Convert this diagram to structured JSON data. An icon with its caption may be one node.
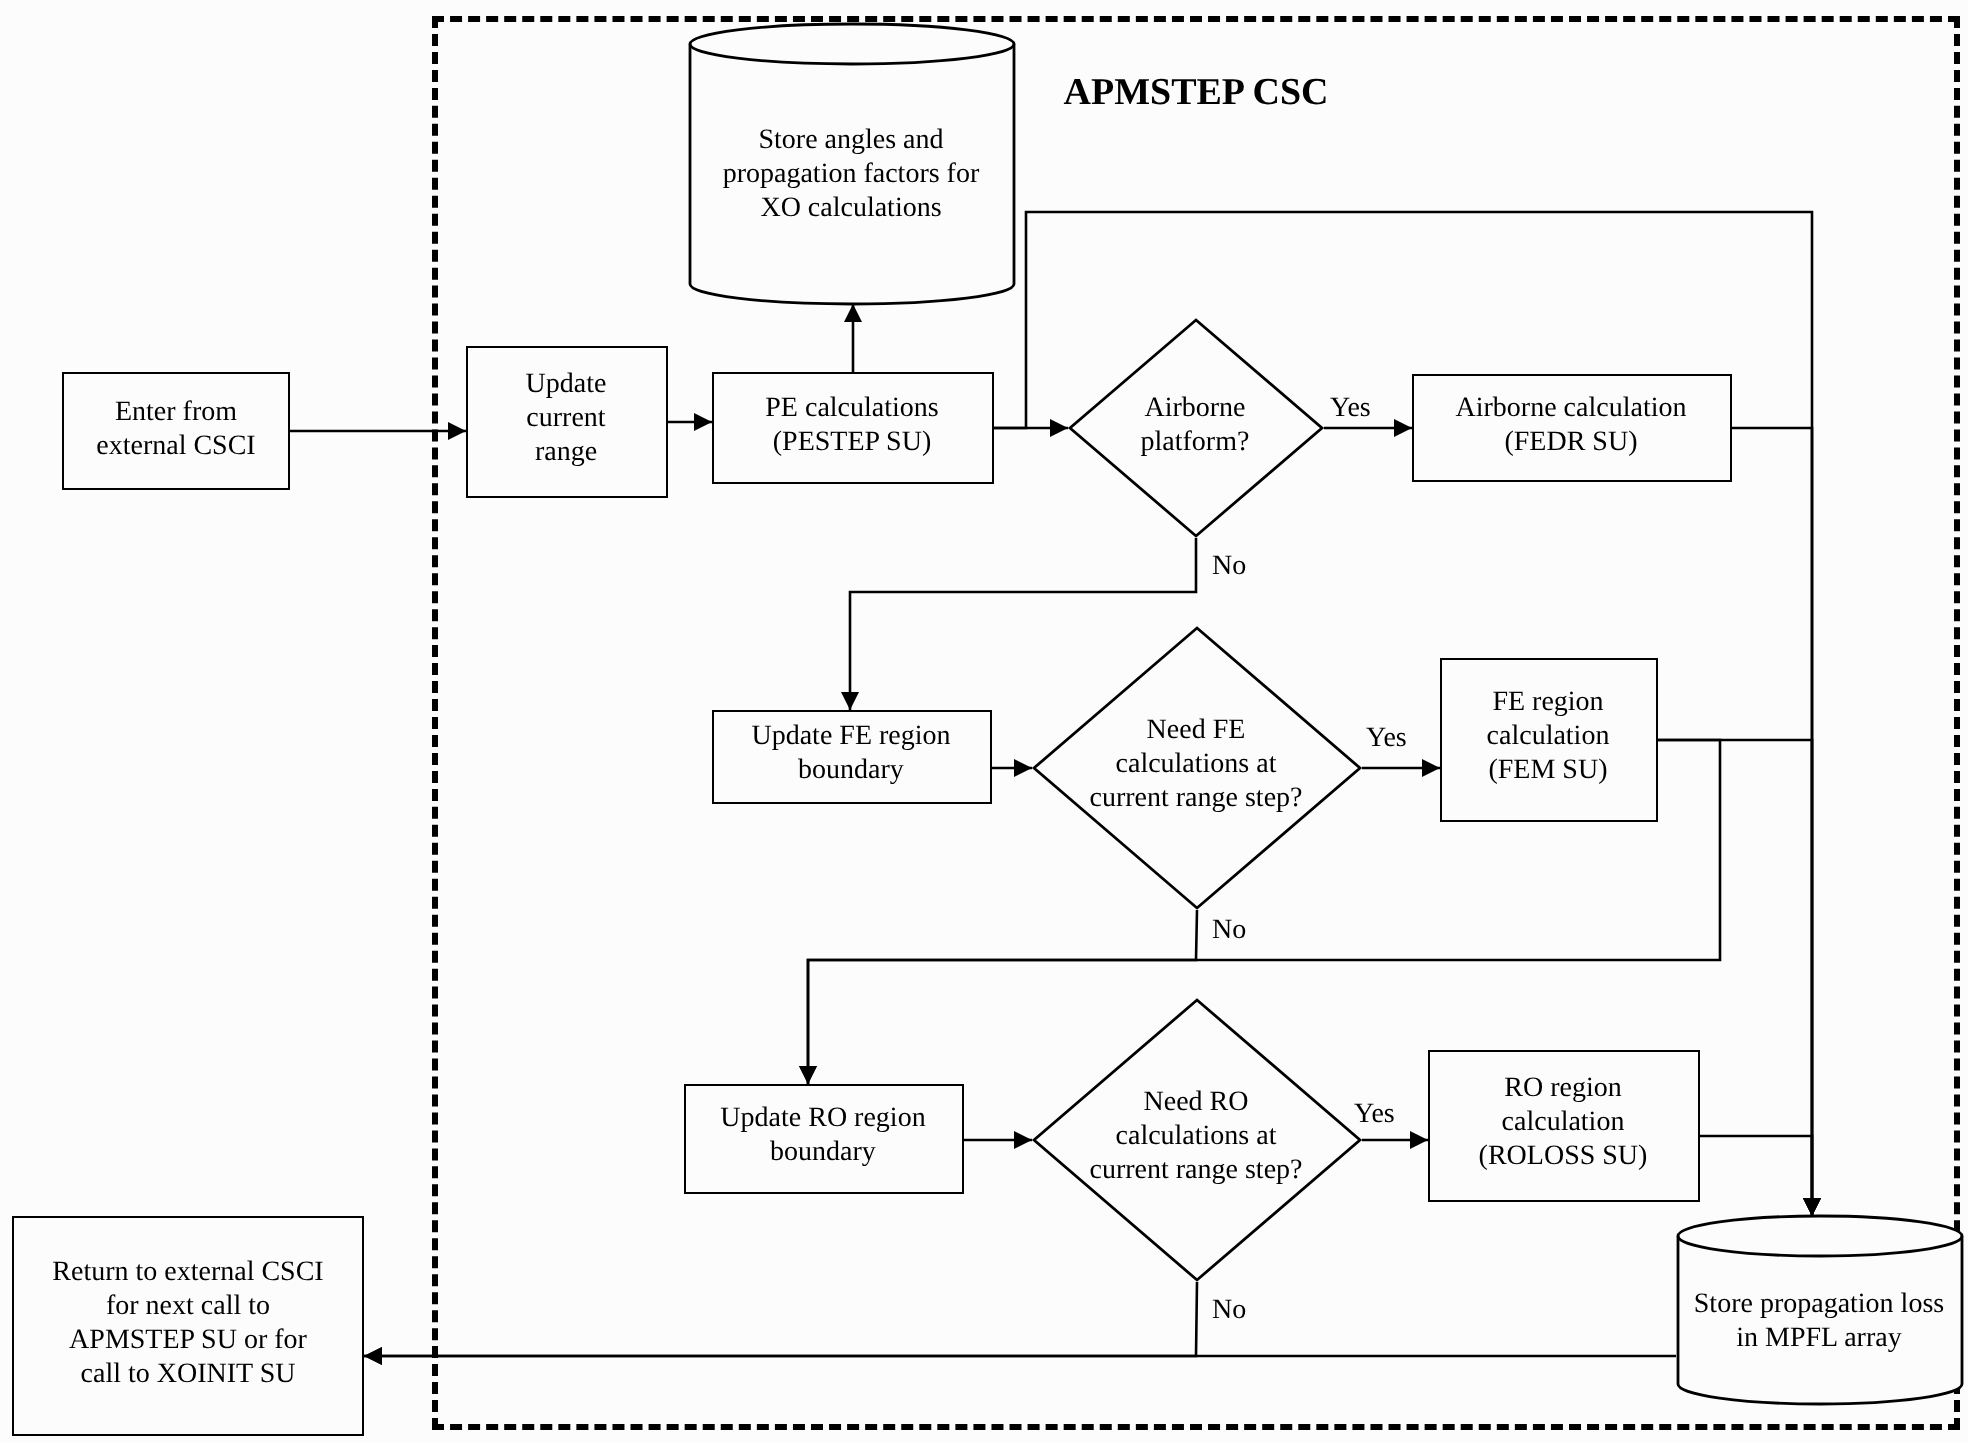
{
  "diagram": {
    "nodes": [
      {
        "text": [
          "APMSTEP CSC"
        ]
      },
      {
        "text": [
          "Enter from external CSCI"
        ]
      },
      {
        "text": [
          "Update current range"
        ],
        "in": 0
      },
      {
        "text": [
          "Store angles and propagation factors for XO calculations"
        ],
        "in": 0
      },
      {
        "text": [
          "PE calculations (PESTEP SU)"
        ],
        "in": 0
      },
      {
        "text": [
          "Airborne platform?"
        ],
        "in": 0
      },
      {
        "text": [
          "Airborne calculation (FEDR SU)"
        ],
        "in": 0
      },
      {
        "text": [
          "Update FE region boundary"
        ],
        "in": 0
      },
      {
        "text": [
          "Need FE calculations at current range step?"
        ],
        "in": 0
      },
      {
        "text": [
          "FE region calculation (FEM SU)"
        ],
        "in": 0
      },
      {
        "text": [
          "Update RO region boundary"
        ],
        "in": 0
      },
      {
        "text": [
          "Need RO calculations at current range step?"
        ],
        "in": 0
      },
      {
        "text": [
          "RO region calculation (ROLOSS SU)"
        ],
        "in": 0
      },
      {
        "text": [
          "Store propagation loss in MPFL array"
        ],
        "in": 0
      },
      {
        "text": [
          "Return to external CSCI for next call to APMSTEP SU or for call to XOINIT SU"
        ]
      }
    ],
    "edges": [
      {
        "from": 1,
        "to": 2,
        "arrow": "to"
      },
      {
        "from": 2,
        "to": 4,
        "arrow": "to"
      },
      {
        "from": 4,
        "to": 3,
        "arrow": "to"
      },
      {
        "from": 4,
        "to": 5,
        "arrow": "to"
      },
      {
        "from": 4,
        "to": 13,
        "arrow": "to"
      },
      {
        "from": 5,
        "to": 6,
        "label": "Yes",
        "arrow": "to"
      },
      {
        "from": 6,
        "to": 13,
        "arrow": "to"
      },
      {
        "from": 5,
        "to": 7,
        "label": "No",
        "arrow": "to"
      },
      {
        "from": 7,
        "to": 8,
        "arrow": "to"
      },
      {
        "from": 8,
        "to": 9,
        "label": "Yes",
        "arrow": "to"
      },
      {
        "from": 9,
        "to": 13,
        "arrow": "to"
      },
      {
        "from": 9,
        "to": 10,
        "arrow": "to"
      },
      {
        "from": 8,
        "to": 10,
        "label": "No",
        "arrow": "to"
      },
      {
        "from": 10,
        "to": 11,
        "arrow": "to"
      },
      {
        "from": 11,
        "to": 12,
        "label": "Yes",
        "arrow": "to"
      },
      {
        "from": 12,
        "to": 13,
        "arrow": "to"
      },
      {
        "from": 11,
        "to": 14,
        "label": "No",
        "arrow": "to"
      },
      {
        "from": 13,
        "to": 14,
        "arrow": "to"
      }
    ]
  }
}
